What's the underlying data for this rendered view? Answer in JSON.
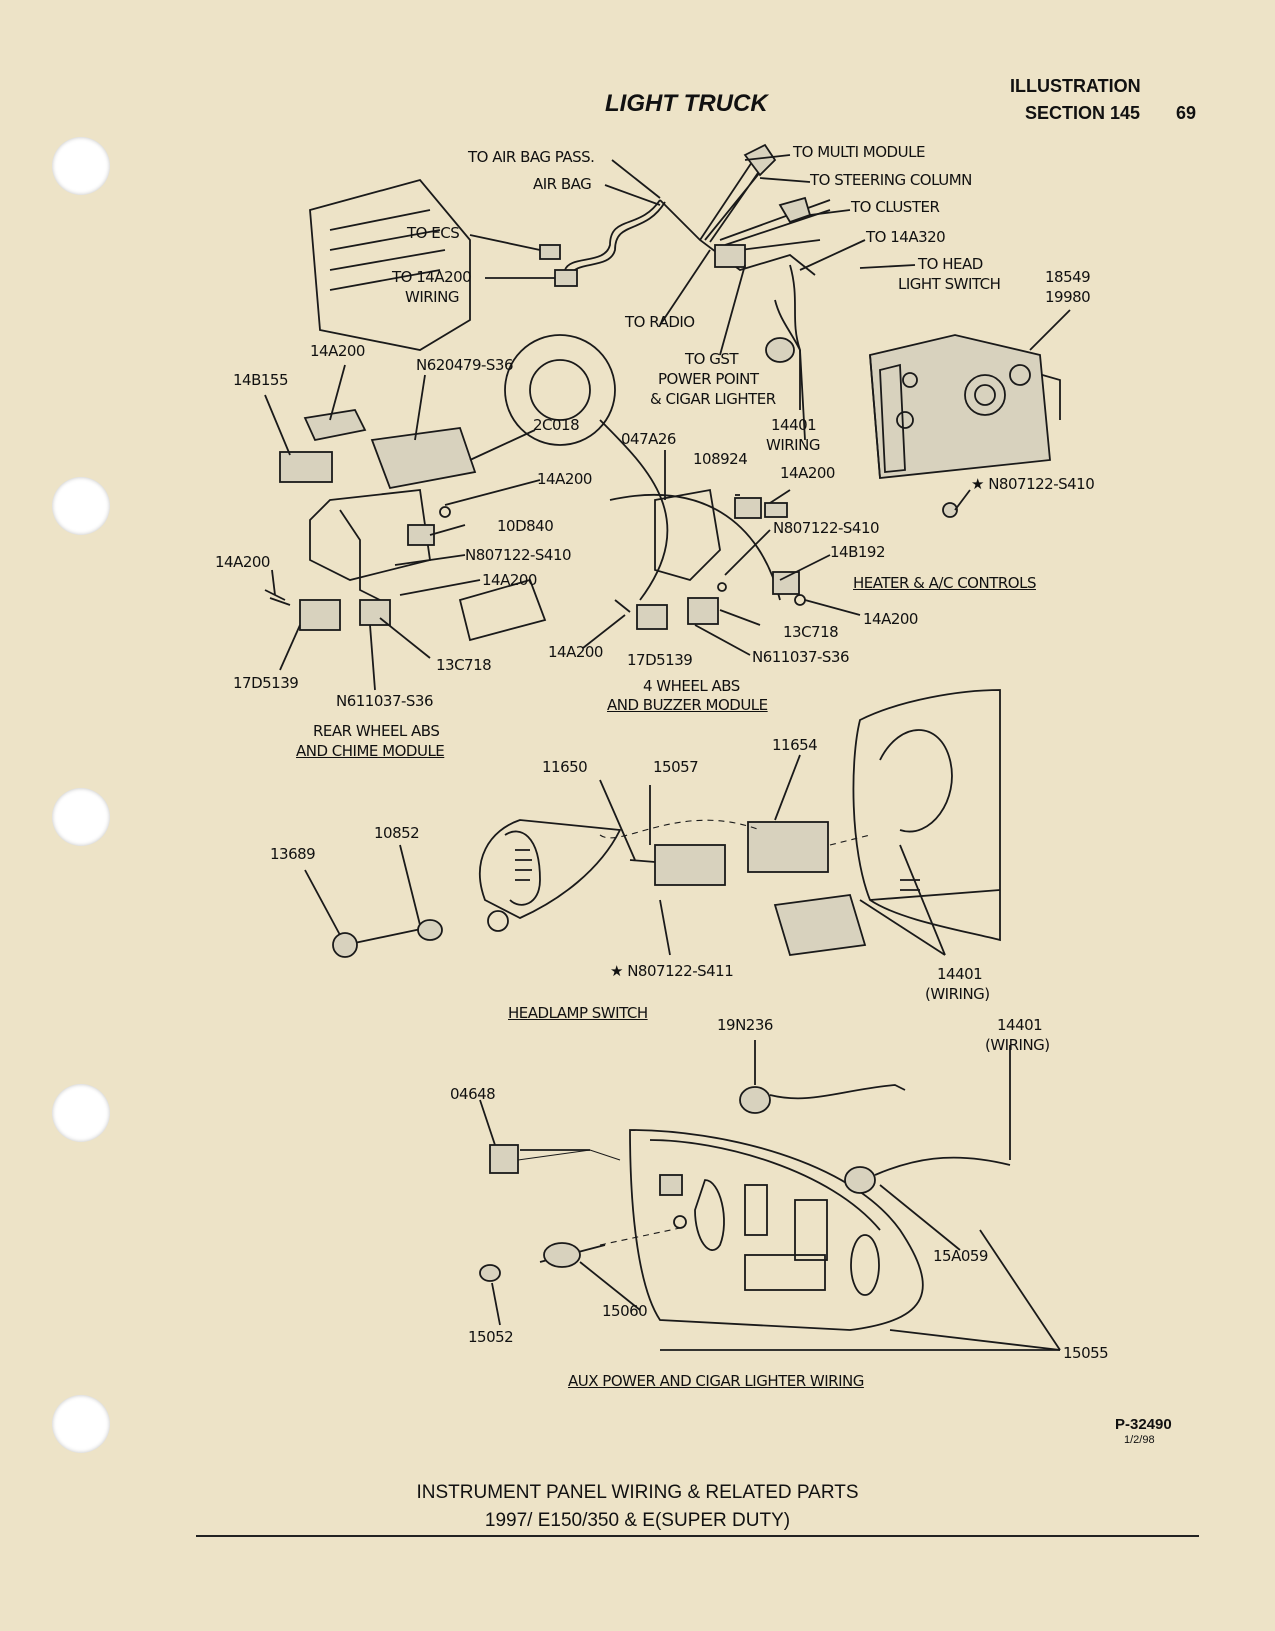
{
  "header": {
    "title": "LIGHT TRUCK",
    "illustration": "ILLUSTRATION",
    "section": "SECTION 145",
    "page_number": "69"
  },
  "callouts": {
    "to_air_bag_pass": "TO AIR BAG PASS.",
    "air_bag": "AIR BAG",
    "to_multi_module": "TO MULTI MODULE",
    "to_steering_column": "TO STEERING COLUMN",
    "to_cluster": "TO CLUSTER",
    "to_14a320": "TO 14A320",
    "to_head_light_switch_1": "TO HEAD",
    "to_head_light_switch_2": "LIGHT SWITCH",
    "to_ecs": "TO ECS",
    "to_14a200_wiring_1": "TO 14A200",
    "to_14a200_wiring_2": "WIRING",
    "to_radio": "TO RADIO",
    "to_gst_1": "TO GST",
    "to_gst_2": "POWER POINT",
    "to_gst_3": "& CIGAR LIGHTER",
    "p18549": "18549",
    "p19980": "19980",
    "p14a200_a": "14A200",
    "p14b155": "14B155",
    "n620479": "N620479-S36",
    "p2c018": "2C018",
    "p047a26": "047A26",
    "p14401_wiring_1": "14401",
    "p14401_wiring_2": "WIRING",
    "p108924": "108924",
    "p14a200_b": "14A200",
    "p14a200_c": "14A200",
    "n807122_s410_a": "★ N807122-S410",
    "p10d840": "10D840",
    "n807122_s410_b": "N807122-S410",
    "p14b192": "14B192",
    "n807122_s410_c": "N807122-S410",
    "p14a200_d": "14A200",
    "p14a200_e": "14A200",
    "heater_ac_controls": "HEATER & A/C CONTROLS",
    "p14a200_f": "14A200",
    "p13c718_a": "13C718",
    "p14a200_g": "14A200",
    "p17d5139_a": "17D5139",
    "n611037_a": "N611037-S36",
    "p13c718_b": "13C718",
    "p17d5139_b": "17D5139",
    "n611037_b": "N611037-S36",
    "four_wheel_abs_1": "4 WHEEL ABS",
    "four_wheel_abs_2": "AND BUZZER MODULE",
    "rear_wheel_abs_1": "REAR WHEEL ABS",
    "rear_wheel_abs_2": "AND CHIME MODULE",
    "p11654": "11654",
    "p11650": "11650",
    "p15057": "15057",
    "p10852": "10852",
    "p13689": "13689",
    "n807122_s411": "★ N807122-S411",
    "p14401_w_a_1": "14401",
    "p14401_w_a_2": "(WIRING)",
    "headlamp_switch": "HEADLAMP SWITCH",
    "p19n236": "19N236",
    "p14401_w_b_1": "14401",
    "p14401_w_b_2": "(WIRING)",
    "p04648": "04648",
    "p15a059": "15A059",
    "p15060": "15060",
    "p15052": "15052",
    "p15055": "15055",
    "aux_power": "AUX POWER AND CIGAR LIGHTER WIRING"
  },
  "figure_id": "P-32490",
  "figure_date": "1/2/98",
  "footer": {
    "line1": "INSTRUMENT PANEL WIRING & RELATED PARTS",
    "line2": "1997/ E150/350 & E(SUPER DUTY)"
  }
}
